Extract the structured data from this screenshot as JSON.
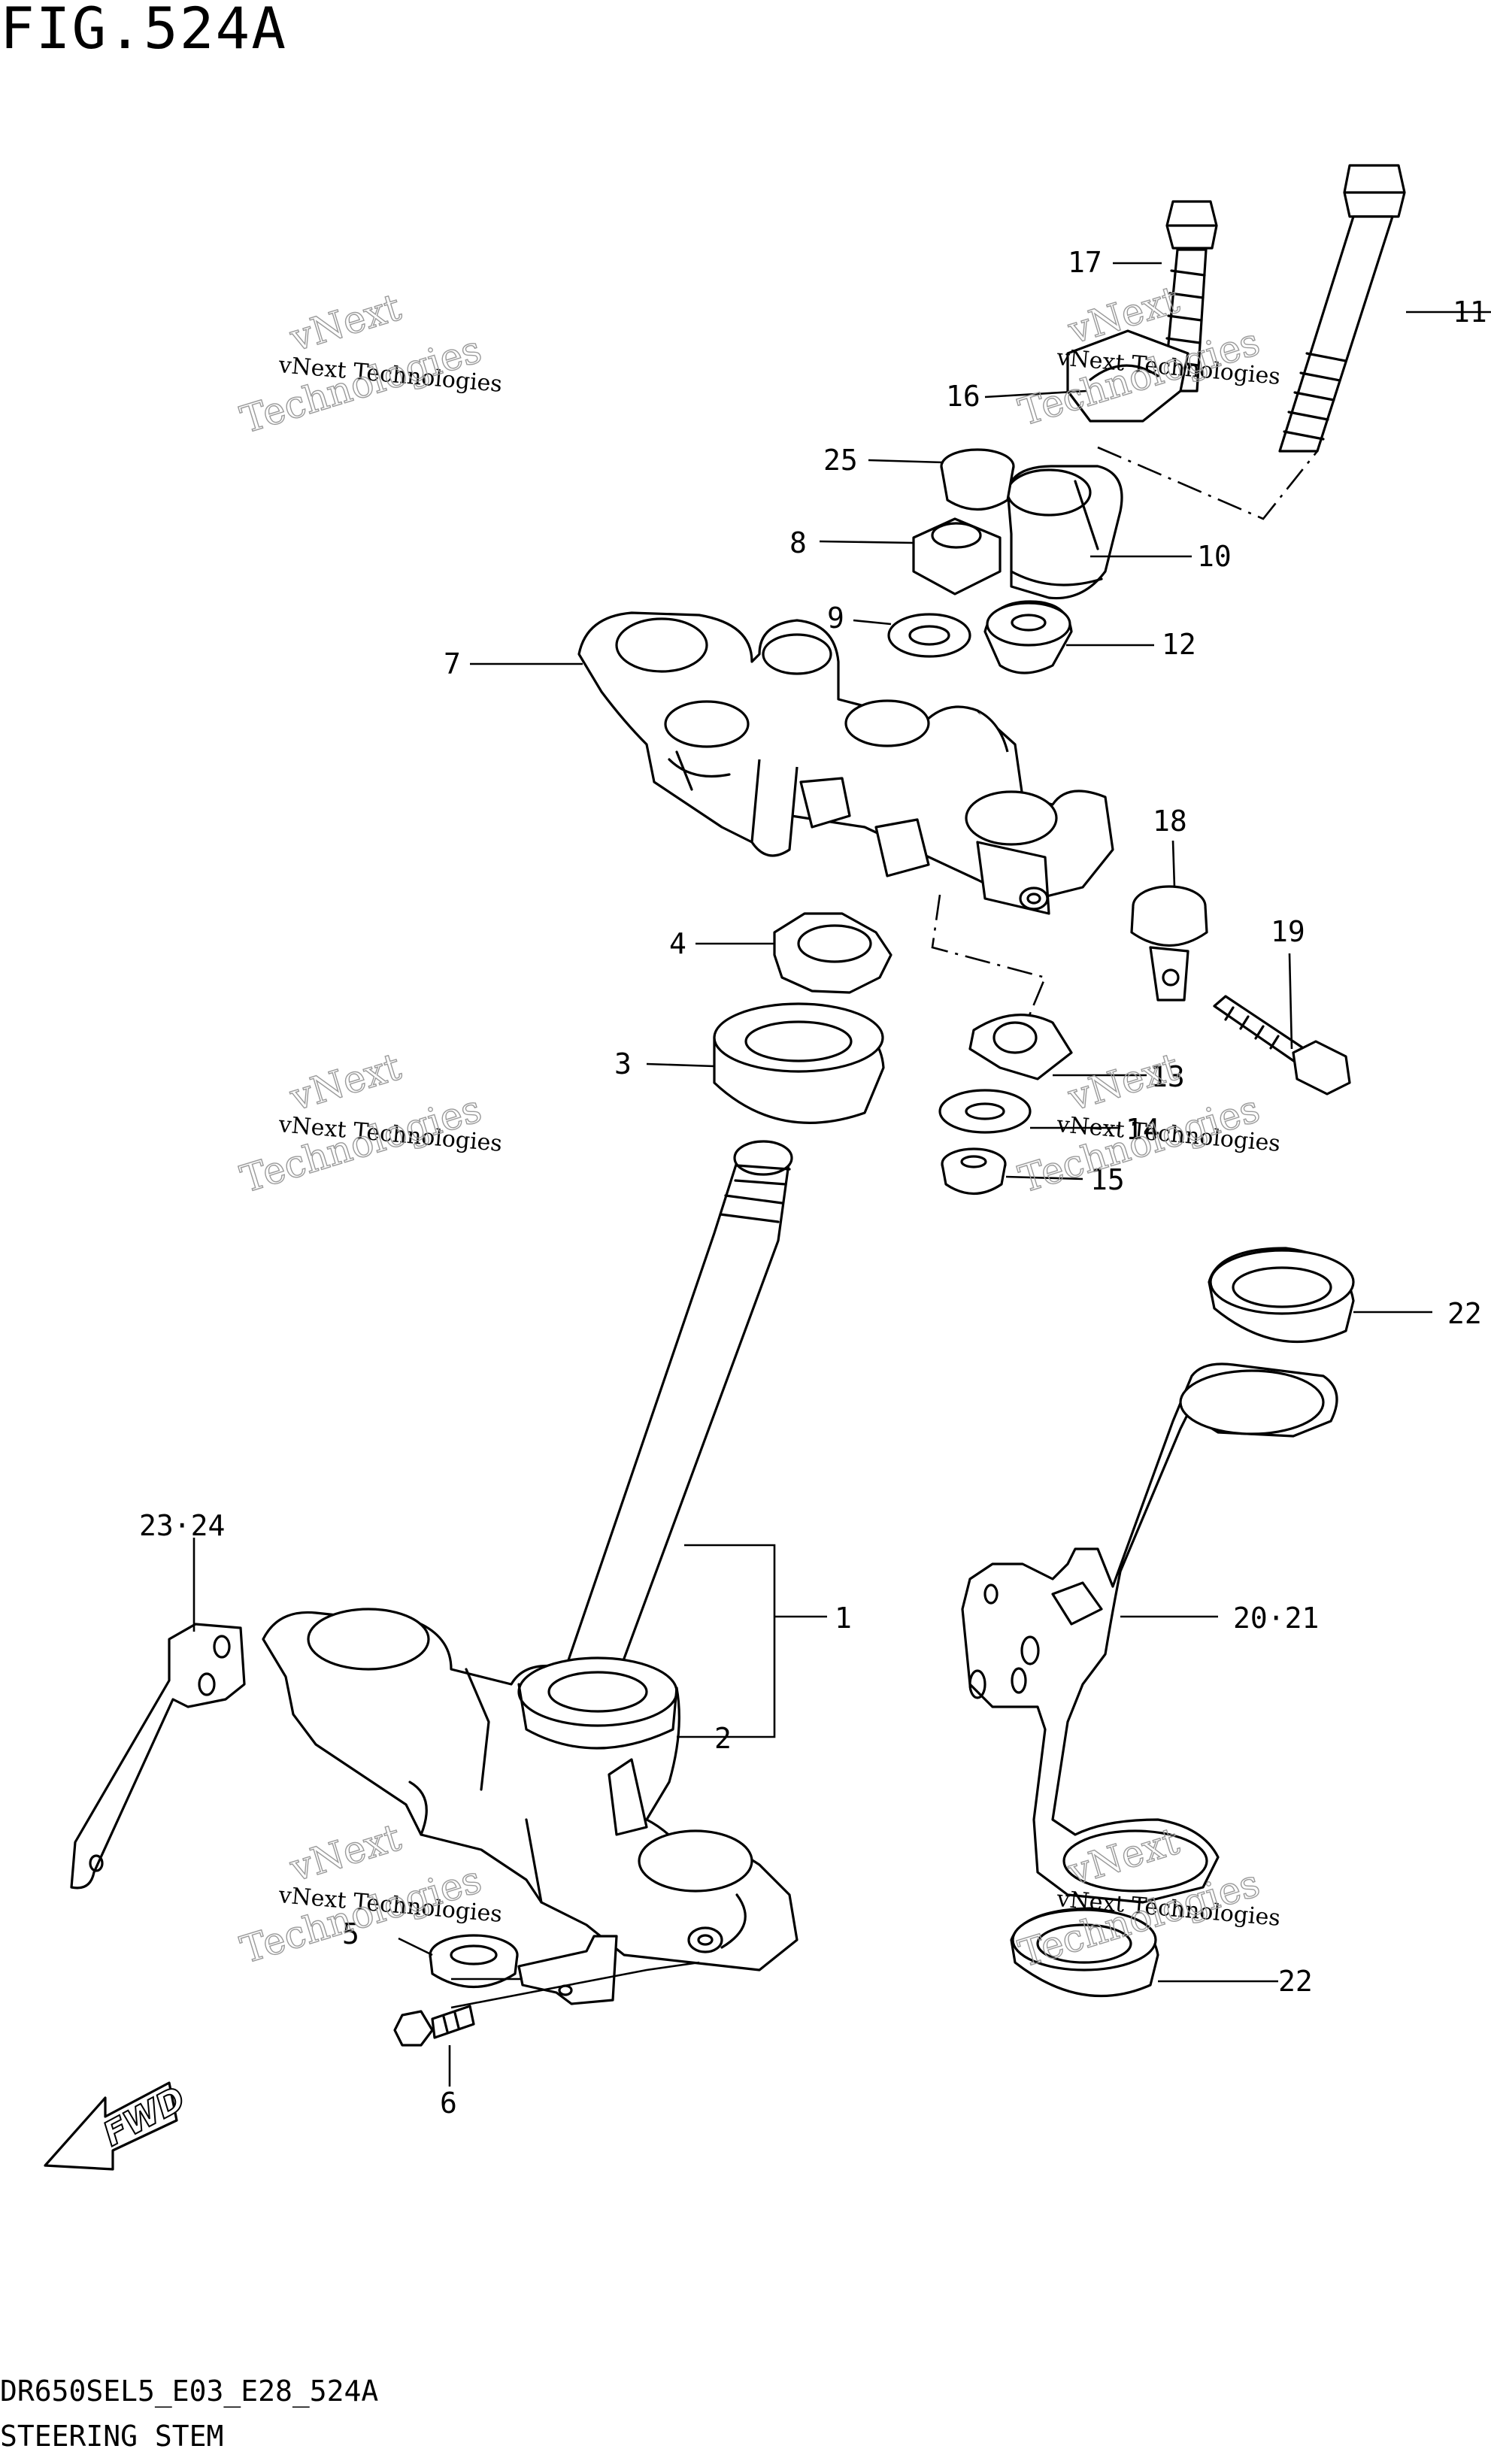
{
  "figure": {
    "title": "FIG.524A",
    "code": "DR650SEL5_E03_E28_524A",
    "name": "STEERING STEM"
  },
  "callouts": {
    "c1": "1",
    "c2": "2",
    "c3": "3",
    "c4": "4",
    "c5": "5",
    "c6": "6",
    "c7": "7",
    "c8": "8",
    "c9": "9",
    "c10": "10",
    "c11": "11",
    "c12": "12",
    "c13": "13",
    "c14": "14",
    "c15": "15",
    "c16": "16",
    "c17": "17",
    "c18": "18",
    "c19": "19",
    "c20_21": "20·21",
    "c22a": "22",
    "c22b": "22",
    "c23_24": "23·24",
    "c25": "25"
  },
  "fwd_label": "FWD",
  "watermark": {
    "line1": "vNext Technologies",
    "line2a": "vNext",
    "line2b": "Technologies"
  },
  "colors": {
    "ink": "#000000",
    "watermark": "#9a9a9a",
    "paper": "#ffffff"
  }
}
